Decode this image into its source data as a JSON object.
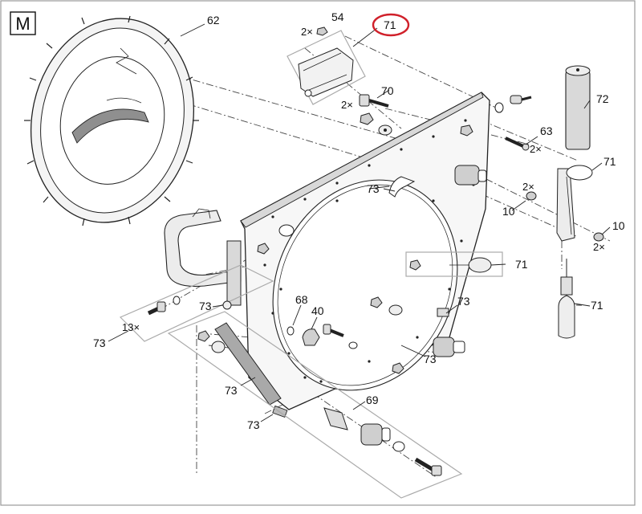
{
  "section_letter": "M",
  "highlight_color": "#d0202a",
  "callouts": {
    "c62": "62",
    "c54": "54",
    "c54_qty": "2×",
    "c71_top": "71",
    "c70": "70",
    "c70_qty": "2×",
    "c72": "72",
    "c63": "63",
    "c63_qty": "2×",
    "c73_panel": "73",
    "c71_bracket": "71",
    "c10_left": "10",
    "c10_left_qty": "2×",
    "c10_right": "10",
    "c10_right_qty": "2×",
    "c71_mid": "71",
    "c71_sensor": "71",
    "c68": "68",
    "c40": "40",
    "c73_a": "73",
    "c73_b": "73",
    "c73_c": "73",
    "c73_d": "73",
    "c73_e": "73",
    "c73_f": "73",
    "c13_qty": "13×",
    "c69": "69"
  }
}
